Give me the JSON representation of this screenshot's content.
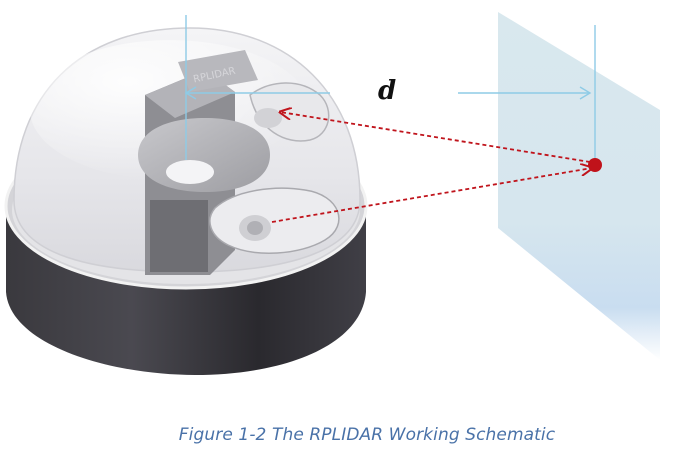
{
  "figure": {
    "distance_symbol": "d",
    "caption": "Figure 1-2 The RPLIDAR Working Schematic"
  },
  "device": {
    "engraved_text": "RPLIDAR"
  },
  "colors": {
    "laser_beam": "#c0141c",
    "target_point": "#c0121a",
    "guide_lines": "#8ecbe6",
    "target_panel": "#d8e8ee",
    "caption": "#4a72a8"
  }
}
